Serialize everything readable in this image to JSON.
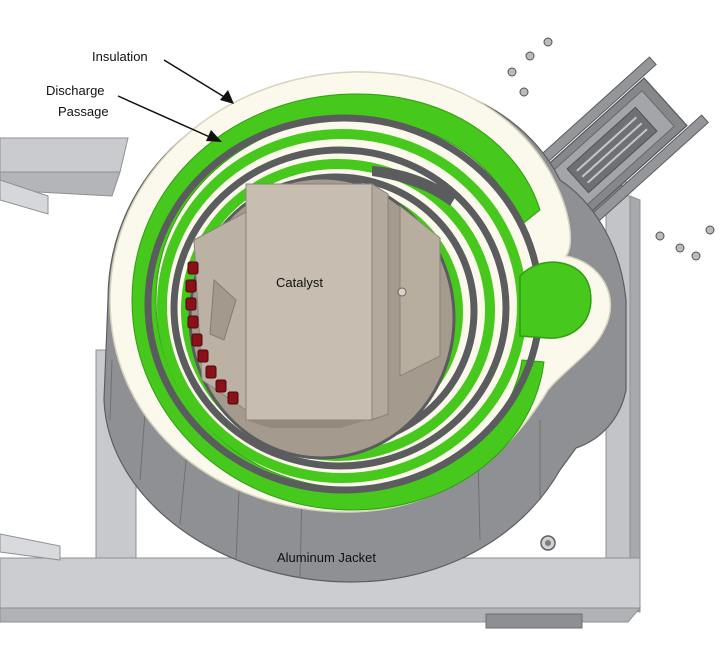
{
  "labels": {
    "insulation": "Insulation",
    "discharge_line1": "Discharge",
    "discharge_line2": "Passage",
    "catalyst": "Catalyst",
    "aluminum_jacket": "Aluminum Jacket"
  },
  "colors": {
    "background": "#ffffff",
    "frame": "#c4c6c9",
    "frame_dark": "#9a9ca0",
    "jacket": "#8f9194",
    "jacket_dark": "#6f7174",
    "insulation": "#fbf8ec",
    "green": "#46c81c",
    "green_dark": "#2f9e10",
    "spiral_gap": "#5a5c5e",
    "catalyst_chamber": "#a49a8d",
    "catalyst_panel": "#c7bdb0",
    "heater_red": "#8b1118",
    "pipe": "#8a8c8f",
    "flange": "#7a7c80"
  },
  "icons": {
    "heater_elements": "heater-element-icon",
    "bolts": "bolt-icon"
  }
}
